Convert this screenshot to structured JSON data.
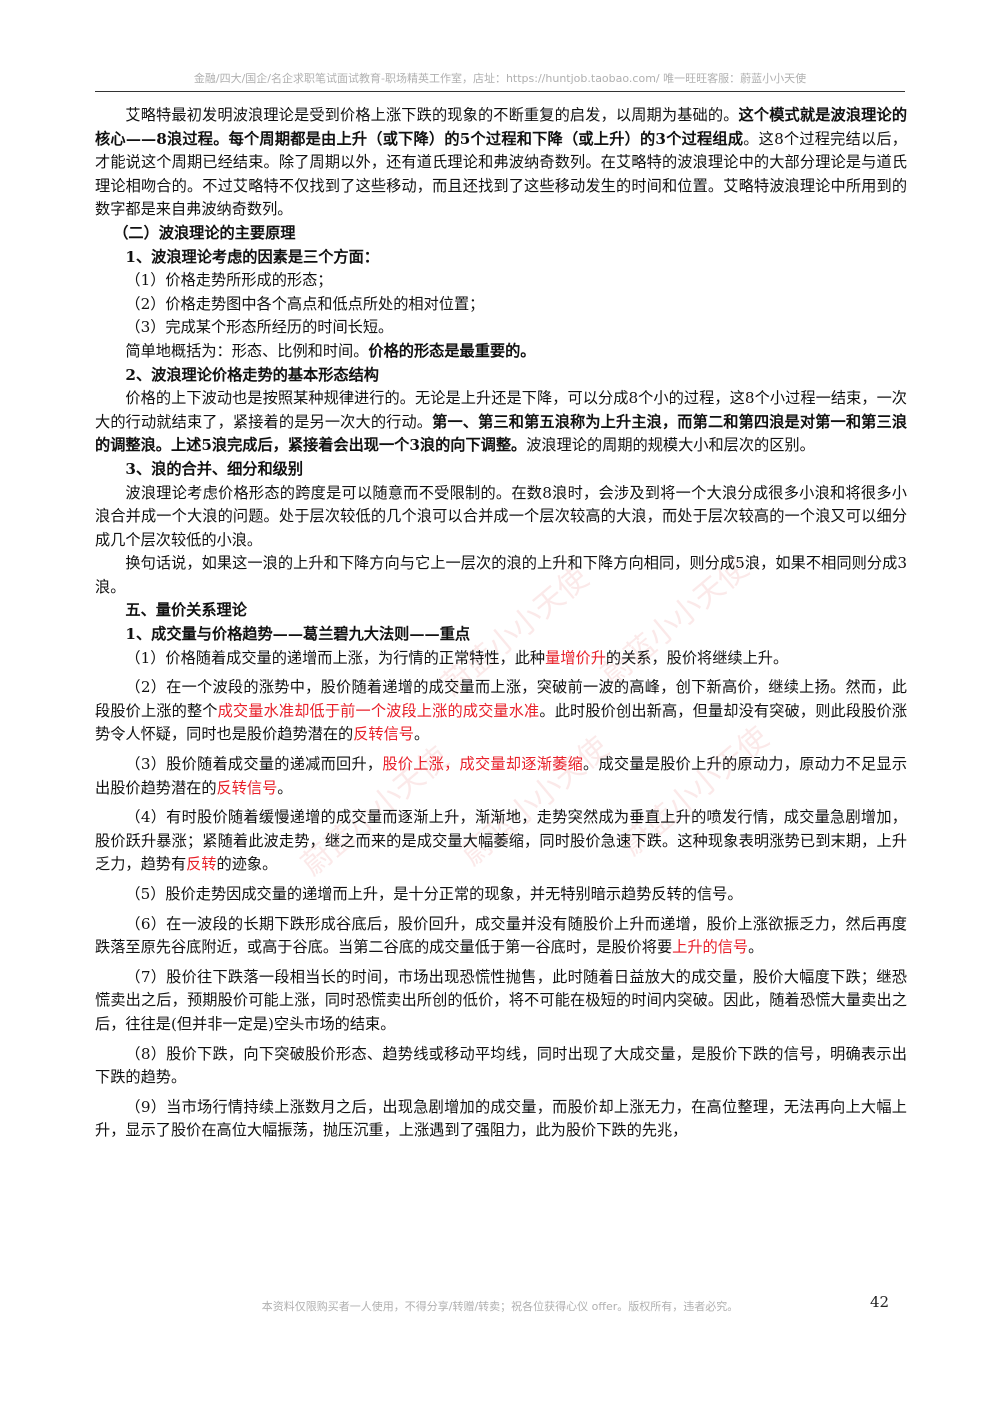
{
  "header": "金融/四大/国企/名企求职笔试面试教育-职场精英工作室，店址：https://huntjob.taobao.com/   唯一旺旺客服：蔚蓝小小天使",
  "footer": "本资料仅限购买者一人使用，不得分享/转赠/转卖；祝各位获得心仪 offer。版权所有，违者必究。",
  "page_number": "42",
  "watermark": "蔚蓝小小天使",
  "paragraphs": [
    {
      "type": "p",
      "runs": [
        {
          "t": "艾略特最初发明波浪理论是受到价格上涨下跌的现象的不断重复的启发，以周期为基础的。",
          "s": ""
        },
        {
          "t": "这个模式就是波浪理论的核心——8浪过程。每个周期都是由上升（或下降）的5个过程和下降（或上升）的3个过程组成",
          "s": "b"
        },
        {
          "t": "。这8个过程完结以后，才能说这个周期已经结束。除了周期以外，还有道氏理论和弗波纳奇数列。在艾略特的波浪理论中的大部分理论是与道氏理论相吻合的。不过艾略特不仅找到了这些移动，而且还找到了这些移动发生的时间和位置。艾略特波浪理论中所用到的数字都是来自弗波纳奇数列。",
          "s": ""
        }
      ]
    },
    {
      "type": "h2",
      "runs": [
        {
          "t": "（二）波浪理论的主要原理",
          "s": ""
        }
      ]
    },
    {
      "type": "h3",
      "runs": [
        {
          "t": "1、波浪理论考虑的因素是三个方面：",
          "s": ""
        }
      ]
    },
    {
      "type": "p",
      "runs": [
        {
          "t": "（1）价格走势所形成的形态；",
          "s": ""
        }
      ]
    },
    {
      "type": "p",
      "runs": [
        {
          "t": "（2）价格走势图中各个高点和低点所处的相对位置；",
          "s": ""
        }
      ]
    },
    {
      "type": "p",
      "runs": [
        {
          "t": "（3）完成某个形态所经历的时间长短。",
          "s": ""
        }
      ]
    },
    {
      "type": "p",
      "runs": [
        {
          "t": "简单地概括为：形态、比例和时间。",
          "s": ""
        },
        {
          "t": "价格的形态是最重要的。",
          "s": "b"
        }
      ]
    },
    {
      "type": "h3",
      "runs": [
        {
          "t": "2、波浪理论价格走势的基本形态结构",
          "s": ""
        }
      ]
    },
    {
      "type": "p",
      "runs": [
        {
          "t": "价格的上下波动也是按照某种规律进行的。无论是上升还是下降，可以分成8个小的过程，这8个小过程一结束，一次大的行动就结束了，紧接着的是另一次大的行动。",
          "s": ""
        },
        {
          "t": "第一、第三和第五浪称为上升主浪，而第二和第四浪是对第一和第三浪的调整浪。上述5浪完成后，紧接着会出现一个3浪的向下调整。",
          "s": "b"
        },
        {
          "t": "波浪理论的周期的规模大小和层次的区别。",
          "s": ""
        }
      ]
    },
    {
      "type": "h3",
      "runs": [
        {
          "t": "3、浪的合并、细分和级别",
          "s": ""
        }
      ]
    },
    {
      "type": "p",
      "runs": [
        {
          "t": "波浪理论考虑价格形态的跨度是可以随意而不受限制的。在数8浪时，会涉及到将一个大浪分成很多小浪和将很多小浪合并成一个大浪的问题。处于层次较低的几个浪可以合并成一个层次较高的大浪，而处于层次较高的一个浪又可以细分成几个层次较低的小浪。",
          "s": ""
        }
      ]
    },
    {
      "type": "p",
      "runs": [
        {
          "t": "换句话说，如果这一浪的上升和下降方向与它上一层次的浪的上升和下降方向相同，则分成5浪，如果不相同则分成3浪。",
          "s": ""
        }
      ]
    },
    {
      "type": "h3",
      "runs": [
        {
          "t": "五、量价关系理论",
          "s": ""
        }
      ]
    },
    {
      "type": "h3",
      "runs": [
        {
          "t": "1、成交量与价格趋势——葛兰碧九大法则——重点",
          "s": ""
        }
      ]
    },
    {
      "type": "p",
      "runs": [
        {
          "t": "（1）价格随着成交量的递增而上涨，为行情的正常特性，此种",
          "s": ""
        },
        {
          "t": "量增价升",
          "s": "red"
        },
        {
          "t": "的关系，股价将继续上升。",
          "s": ""
        }
      ]
    },
    {
      "type": "pg",
      "runs": [
        {
          "t": "（2）在一个波段的涨势中，股价随着递增的成交量而上涨，突破前一波的高峰，创下新高价，继续上扬。然而，此段股价上涨的整个",
          "s": ""
        },
        {
          "t": "成交量水准却低于前一个波段上涨的成交量水准",
          "s": "red"
        },
        {
          "t": "。此时股价创出新高，但量却没有突破，则此段股价涨势令人怀疑，同时也是股价趋势潜在的",
          "s": ""
        },
        {
          "t": "反转信号",
          "s": "red"
        },
        {
          "t": "。",
          "s": ""
        }
      ]
    },
    {
      "type": "pg",
      "runs": [
        {
          "t": "（3）股价随着成交量的递减而回升，",
          "s": ""
        },
        {
          "t": "股价上涨，成交量却逐渐萎缩",
          "s": "red"
        },
        {
          "t": "。成交量是股价上升的原动力，原动力不足显示出股价趋势潜在的",
          "s": ""
        },
        {
          "t": "反转信号",
          "s": "red"
        },
        {
          "t": "。",
          "s": ""
        }
      ]
    },
    {
      "type": "pg",
      "runs": [
        {
          "t": "（4）有时股价随着缓慢递增的成交量而逐渐上升，渐渐地，走势突然成为垂直上升的喷发行情，成交量急剧增加，股价跃升暴涨；紧随着此波走势，继之而来的是成交量大幅萎缩，同时股价急速下跌。这种现象表明涨势已到末期，上升乏力，趋势有",
          "s": ""
        },
        {
          "t": "反转",
          "s": "red"
        },
        {
          "t": "的迹象。",
          "s": ""
        }
      ]
    },
    {
      "type": "pg",
      "runs": [
        {
          "t": "（5）股价走势因成交量的递增而上升，是十分正常的现象，并无特别暗示趋势反转的信号。",
          "s": ""
        }
      ]
    },
    {
      "type": "pg",
      "runs": [
        {
          "t": "（6）在一波段的长期下跌形成谷底后，股价回升，成交量并没有随股价上升而递增，股价上涨欲振乏力，然后再度跌落至原先谷底附近，或高于谷底。当第二谷底的成交量低于第一谷底时，是股价将要",
          "s": ""
        },
        {
          "t": "上升的信号",
          "s": "red"
        },
        {
          "t": "。",
          "s": ""
        }
      ]
    },
    {
      "type": "pg",
      "runs": [
        {
          "t": "（7）股价往下跌落一段相当长的时间，市场出现恐慌性抛售，此时随着日益放大的成交量，股价大幅度下跌；继恐慌卖出之后，预期股价可能上涨，同时恐慌卖出所创的低价，将不可能在极短的时间内突破。因此，随着恐慌大量卖出之后，往往是(但并非一定是)空头市场的结束。",
          "s": ""
        }
      ]
    },
    {
      "type": "pg",
      "runs": [
        {
          "t": "（8）股价下跌，向下突破股价形态、趋势线或移动平均线，同时出现了大成交量，是股价下跌的信号，明确表示出下跌的趋势。",
          "s": ""
        }
      ]
    },
    {
      "type": "pg",
      "runs": [
        {
          "t": "（9）当市场行情持续上涨数月之后，出现急剧增加的成交量，而股价却上涨无力，在高位整理，无法再向上大幅上升，显示了股价在高位大幅振荡，抛压沉重，上涨遇到了强阻力，此为股价下跌的先兆，",
          "s": ""
        }
      ]
    }
  ]
}
